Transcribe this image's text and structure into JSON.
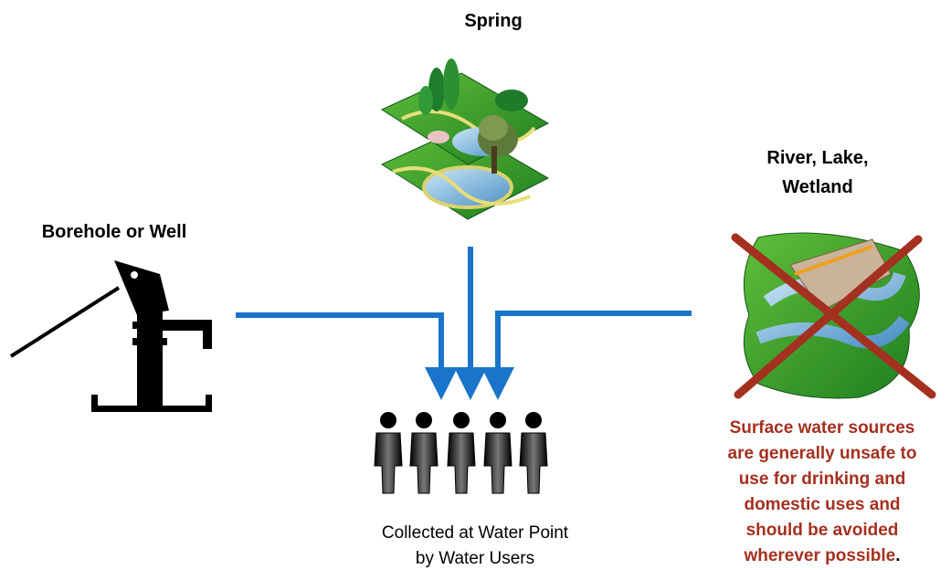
{
  "sources": {
    "spring": "Spring",
    "borehole": "Borehole or Well",
    "river_line1": "River, Lake,",
    "river_line2": "Wetland"
  },
  "collection": {
    "line1": "Collected at Water Point",
    "line2": "by Water Users"
  },
  "warning": {
    "lines": [
      "Surface water sources",
      "are generally unsafe to",
      "use for drinking and",
      "domestic uses and",
      "should be avoided",
      "wherever possible"
    ],
    "end": "."
  },
  "colors": {
    "arrow": "#1a74c9",
    "cross": "#a4301f",
    "warning_text": "#a4301f"
  },
  "icons": [
    "spring-landscape-icon",
    "hand-pump-icon",
    "river-landscape-icon",
    "person-icon",
    "prohibited-cross-icon",
    "arrow-down-icon"
  ]
}
